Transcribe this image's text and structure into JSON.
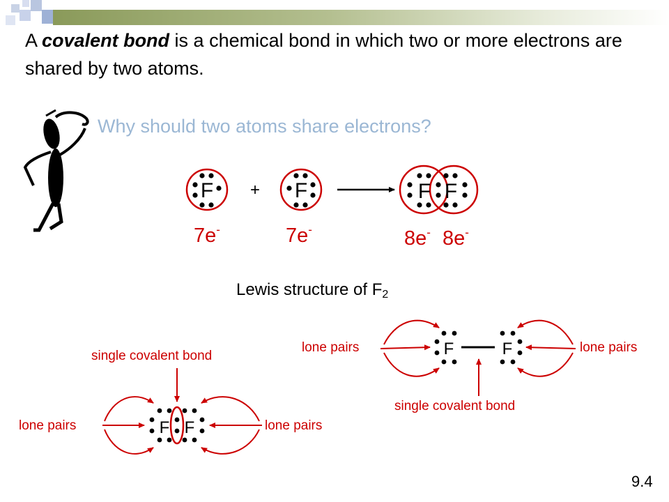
{
  "slide": {
    "title_pre": "A ",
    "title_bold": "covalent bond",
    "title_post": " is a chemical bond in which two or more electrons are shared by two atoms.",
    "question": "Why should two atoms share electrons?",
    "slide_number": "9.4",
    "accent_color": "#cc0000",
    "question_color": "#9bb7d4"
  },
  "reaction": {
    "atom_symbol": "F",
    "plus": "+",
    "electron_count_left_1": "7e",
    "electron_count_left_2": "7e",
    "electron_count_right_1": "8e",
    "electron_count_right_2": "8e",
    "electron_charge": "-"
  },
  "lewis": {
    "title": "Lewis structure of F",
    "title_subscript": "2",
    "single_bond_label_left": "single covalent bond",
    "lone_pairs_left_a": "lone pairs",
    "lone_pairs_left_b": "lone pairs",
    "lone_pairs_right_a": "lone pairs",
    "lone_pairs_right_b": "lone pairs",
    "single_bond_label_right": "single covalent bond"
  },
  "icons": [
    "thinking-stick-figure-icon"
  ]
}
